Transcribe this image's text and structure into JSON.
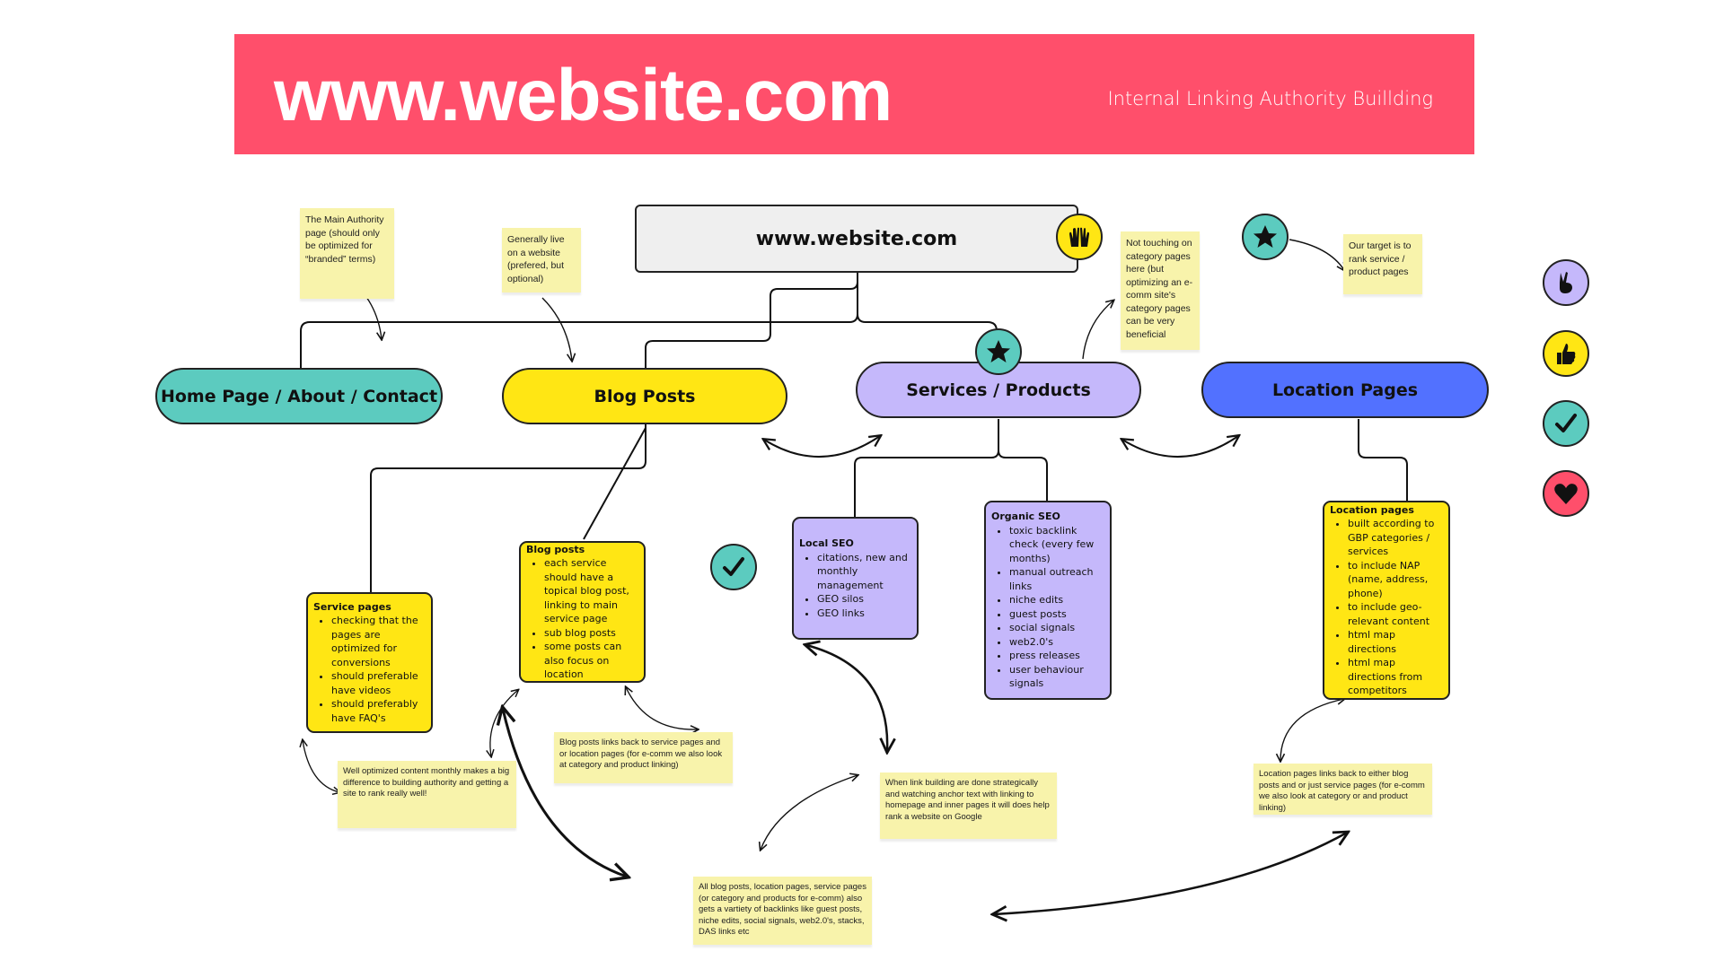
{
  "banner": {
    "title": "www.website.com",
    "subtitle": "Internal Linking Authority Buillding"
  },
  "root": {
    "label": "www.website.com"
  },
  "pills": {
    "home": "Home Page / About / Contact",
    "blog": "Blog Posts",
    "services": "Services / Products",
    "location": "Location Pages"
  },
  "notes": {
    "main_authority": "The Main Authority page (should only be optimized for “branded” terms)",
    "generally": "Generally live on a website (prefered, but optional)",
    "not_touching": "Not touching on category pages here (but optimizing an e-comm site's category pages can be very beneficial",
    "target": "Our target is to rank service / product pages",
    "well_optimized": "Well optimized content  monthly makes a big difference to building authority and getting a site to rank really well!",
    "blog_links": "Blog posts links back to service pages and or location pages (for e-comm we also look at category and product linking)",
    "when_link": "When link building are done strategically and watching anchor text with linking to homepage and inner pages it will does help rank a website on Google",
    "location_links": "Location pages links back to either blog posts and or just service pages (for e-comm we also look at category or and product linking)",
    "all_blog": "All blog posts, location pages, service pages (or category and products for e-comm) also gets a vartiety of backlinks like guest posts, niche edits, social signals, web2.0's, stacks, DAS links etc"
  },
  "cards": {
    "service": {
      "title": "Service pages",
      "items": [
        "checking that the pages are optimized for conversions",
        "should preferable have videos",
        "should preferably have FAQ's"
      ]
    },
    "blog": {
      "title": "Blog posts",
      "items": [
        "each service should have a topical blog post, linking to main service page",
        "sub blog posts",
        "some posts can also focus on location"
      ]
    },
    "local": {
      "title": "Local SEO",
      "items": [
        "citations, new and monthly management",
        "GEO silos",
        "GEO links"
      ]
    },
    "organic": {
      "title": "Organic SEO",
      "items": [
        "toxic backlink check (every few months)",
        "manual outreach links",
        "niche edits",
        "guest posts",
        "social signals",
        "web2.0's",
        "press releases",
        "user behaviour signals"
      ]
    },
    "location": {
      "title": "Location pages",
      "items": [
        "built according to GBP categories / services",
        "to include NAP (name, address, phone)",
        "to include geo-relevant content",
        "html map directions",
        "html map directions from competitors"
      ]
    }
  },
  "colors": {
    "pink": "#ff4f6b",
    "teal": "#5ccbbf",
    "yellow": "#ffe614",
    "lavender": "#c5b8fb",
    "blue": "#5271ff",
    "note": "#f8f3ab"
  },
  "stickers": [
    "raised-hands-icon",
    "star-icon",
    "star-icon",
    "check-icon",
    "peace-hand-icon",
    "thumbs-up-icon",
    "check-icon",
    "heart-icon"
  ]
}
